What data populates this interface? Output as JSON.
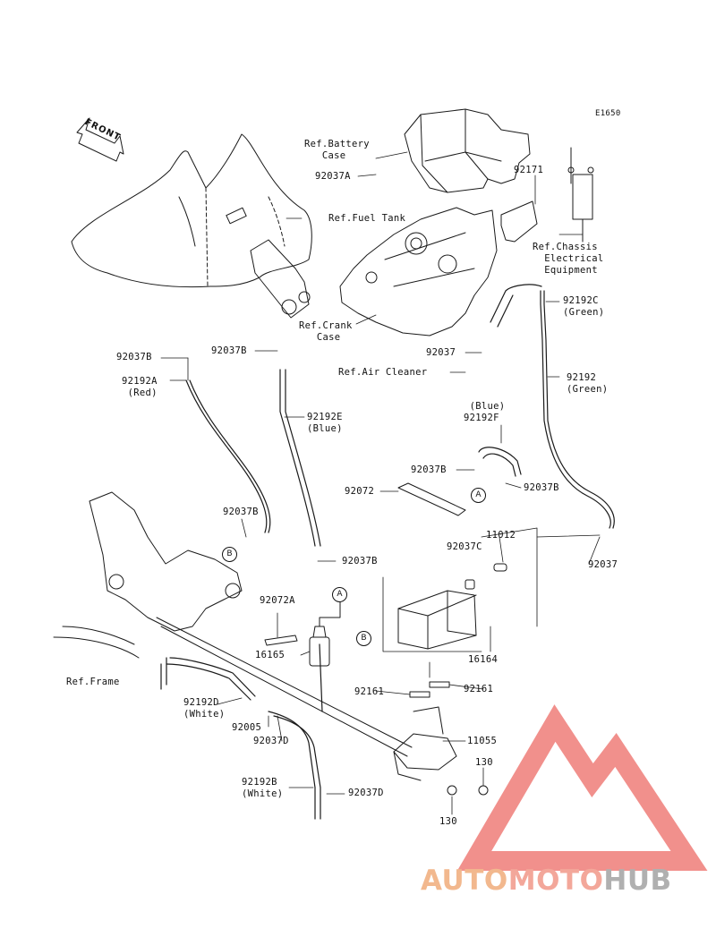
{
  "diagram_code": "E1650",
  "front_label": "FRONT",
  "refs": {
    "battery_case": "Ref.Battery\n   Case",
    "fuel_tank": "Ref.Fuel Tank",
    "chassis_electrical": "Ref.Chassis\n  Electrical\n  Equipment",
    "crank_case": "Ref.Crank\n   Case",
    "air_cleaner": "Ref.Air Cleaner",
    "frame": "Ref.Frame"
  },
  "parts": {
    "p92037A": "92037A",
    "p92171": "92171",
    "p92192C": "92192C\n(Green)",
    "p92037_top": "92037",
    "p92192_green": "92192\n(Green)",
    "p92037B_left": "92037B",
    "p92192A": "92192A\n (Red)",
    "p92037B_mid": "92037B",
    "p92192E": "92192E\n(Blue)",
    "p92192F": " (Blue)\n92192F",
    "p92037B_f1": "92037B",
    "p92037B_f2": "92037B",
    "p92072": "92072",
    "p92037B_low": "92037B",
    "p92037B_filter": "92037B",
    "p11012": "11012",
    "p92037C": "92037C",
    "p92037_right": "92037",
    "p92072A": "92072A",
    "p16165": "16165",
    "p16164": "16164",
    "p92161_left": "92161",
    "p92161_right": "92161",
    "p92192D": "92192D\n(White)",
    "p92005": "92005",
    "p92037D_a": "92037D",
    "p11055": "11055",
    "p130_a": "130",
    "p92192B": "92192B\n(White)",
    "p92037D_b": "92037D",
    "p130_b": "130"
  },
  "callouts": {
    "a": "A",
    "b": "B"
  },
  "watermark": {
    "part1": "AUTO",
    "part2": "MOTO",
    "part3": "HUB"
  }
}
